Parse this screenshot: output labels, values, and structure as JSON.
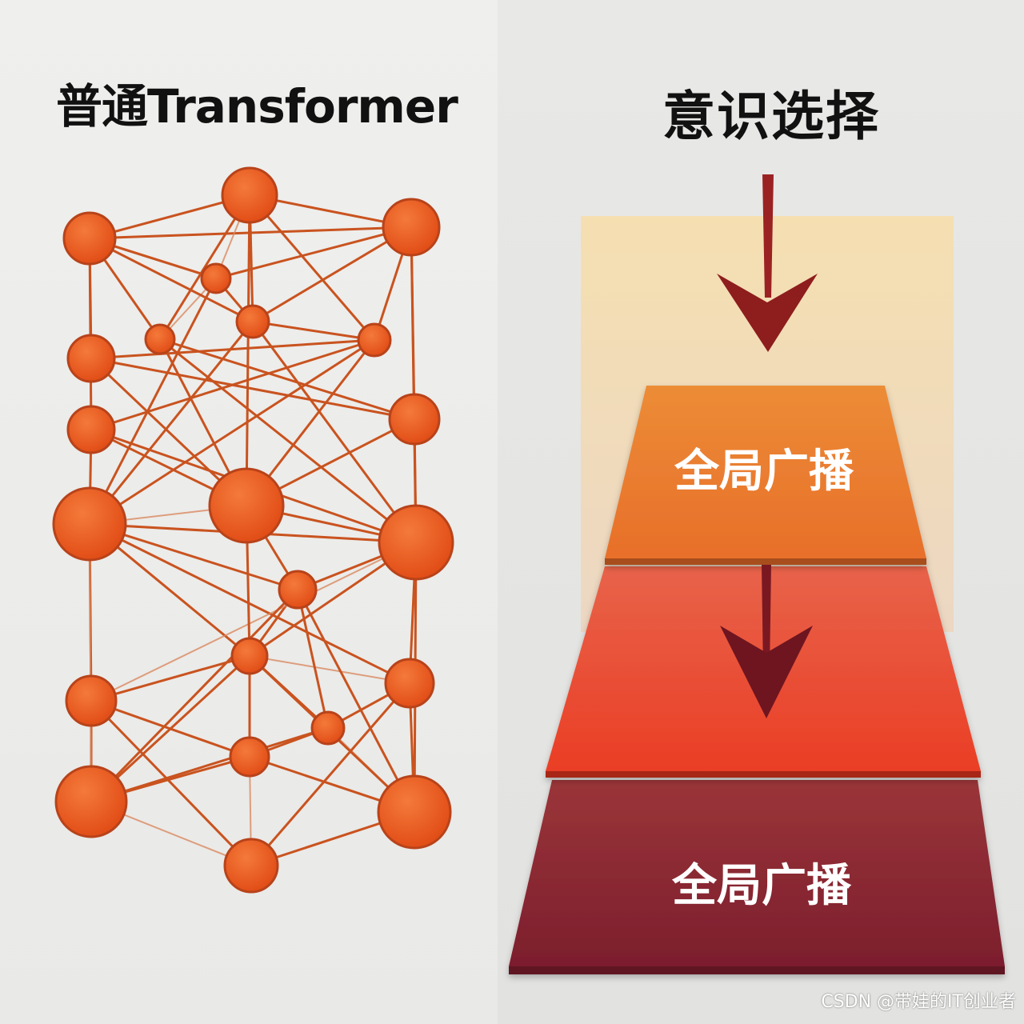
{
  "titles": {
    "left": "普通Transformer",
    "right": "意识选择"
  },
  "layers": {
    "upper_label": "全局广播",
    "lower_label": "全局广播"
  },
  "colors": {
    "node_fill": "#ec5a1e",
    "node_stroke": "#b8431a",
    "edge": "#c9531f",
    "arrow": "#8e1d1d",
    "layer_top": "#ee8a35",
    "layer_middle": "#e8452a",
    "layer_bottom": "#8a2532"
  },
  "watermark": "CSDN @带娃的IT创业者"
}
